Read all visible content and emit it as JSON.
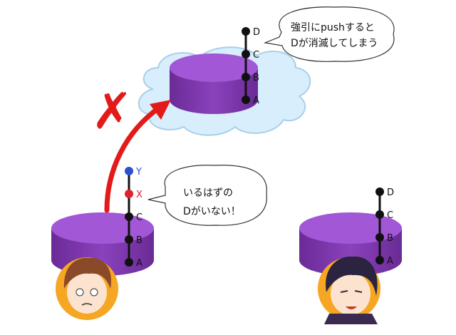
{
  "remote_repo": {
    "commits": [
      "A",
      "B",
      "C",
      "D"
    ]
  },
  "left_local": {
    "commits": [
      "A",
      "B",
      "C",
      "X",
      "Y"
    ],
    "colors": {
      "X": "#e0202a",
      "Y": "#2a52c9",
      "base": "#111111"
    }
  },
  "right_local": {
    "commits": [
      "A",
      "B",
      "C",
      "D"
    ]
  },
  "bubble_top": {
    "line1": "強引にpushすると",
    "line2": "Dが消滅してしまう"
  },
  "bubble_mid": {
    "line1": "いるはずの",
    "line2": "Dがいない！"
  },
  "mark": {
    "text": "✗"
  },
  "colors": {
    "cylinder_top": "#a257d6",
    "cylinder_side": "#7a35a8",
    "cloud": "#d8eefc",
    "cloud_stroke": "#a9cfe9",
    "arrow": "#e21a1a"
  }
}
